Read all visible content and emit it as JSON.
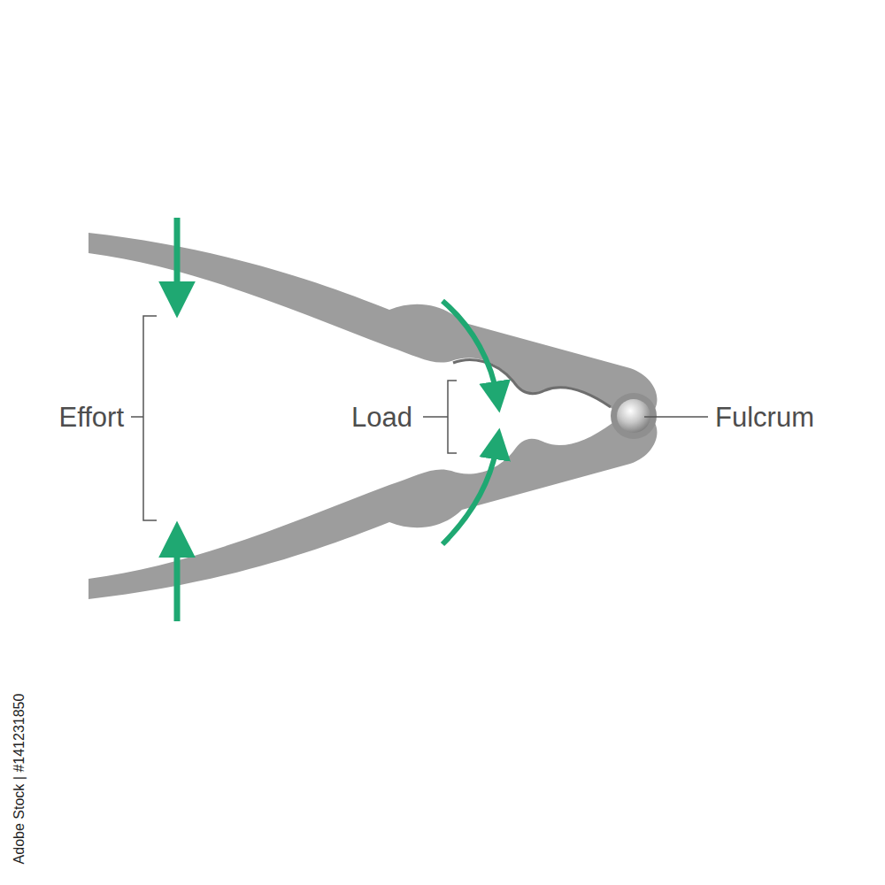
{
  "diagram": {
    "labels": [
      "Effort",
      "Load",
      "Fulcrum",
      "Adobe Stock | #141231850"
    ]
  }
}
